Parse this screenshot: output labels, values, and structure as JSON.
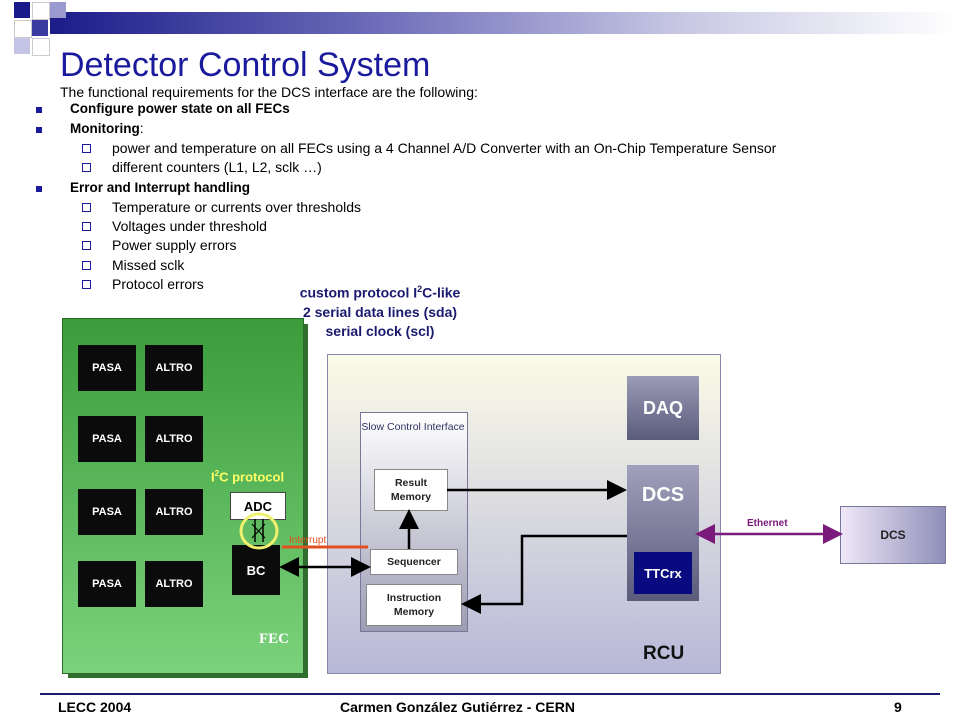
{
  "title": "Detector Control System",
  "intro": "The functional requirements for the DCS interface are the following:",
  "bullets": {
    "configure": "Configure power state on all FECs",
    "monitoring": "Monitoring",
    "monitoring_colon": ":",
    "monitoring_items": [
      "power and temperature on all FECs using a 4 Channel A/D Converter with an On-Chip Temperature Sensor",
      "different counters (L1, L2, sclk …)"
    ],
    "errors": "Error and Interrupt handling",
    "error_items": [
      "Temperature or currents over thresholds",
      "Voltages under threshold",
      "Power supply errors",
      "Missed sclk",
      "Protocol errors"
    ]
  },
  "protocol": {
    "line1_prefix": "custom protocol I",
    "line1_sup": "2",
    "line1_suffix": "C-like",
    "line2": "2 serial data lines (sda)",
    "line3": "serial clock (scl)"
  },
  "fec": {
    "label": "FEC",
    "chips": [
      {
        "pasa": "PASA",
        "altro": "ALTRO"
      },
      {
        "pasa": "PASA",
        "altro": "ALTRO"
      },
      {
        "pasa": "PASA",
        "altro": "ALTRO"
      },
      {
        "pasa": "PASA",
        "altro": "ALTRO"
      }
    ],
    "i2c_prefix": "I",
    "i2c_sup": "2",
    "i2c_suffix": "C protocol",
    "adc": "ADC",
    "bc": "BC",
    "interrupt": "Interrupt"
  },
  "rcu": {
    "label": "RCU",
    "slow_control": "Slow Control Interface",
    "result_memory": "Result Memory",
    "sequencer": "Sequencer",
    "instruction_memory": "Instruction Memory",
    "daq": "DAQ",
    "dcs": "DCS",
    "ttcrx": "TTCrx",
    "ethernet": "Ethernet"
  },
  "external_dcs": "DCS",
  "footer": {
    "left": "LECC 2004",
    "center": "Carmen González Gutiérrez - CERN",
    "page": "9"
  },
  "colors": {
    "title": "#1a1a9c",
    "fec_green": "#3a9c3a",
    "interrupt": "#e05020",
    "ethernet": "#7a1a7a",
    "i2c_label": "#ffff66"
  }
}
